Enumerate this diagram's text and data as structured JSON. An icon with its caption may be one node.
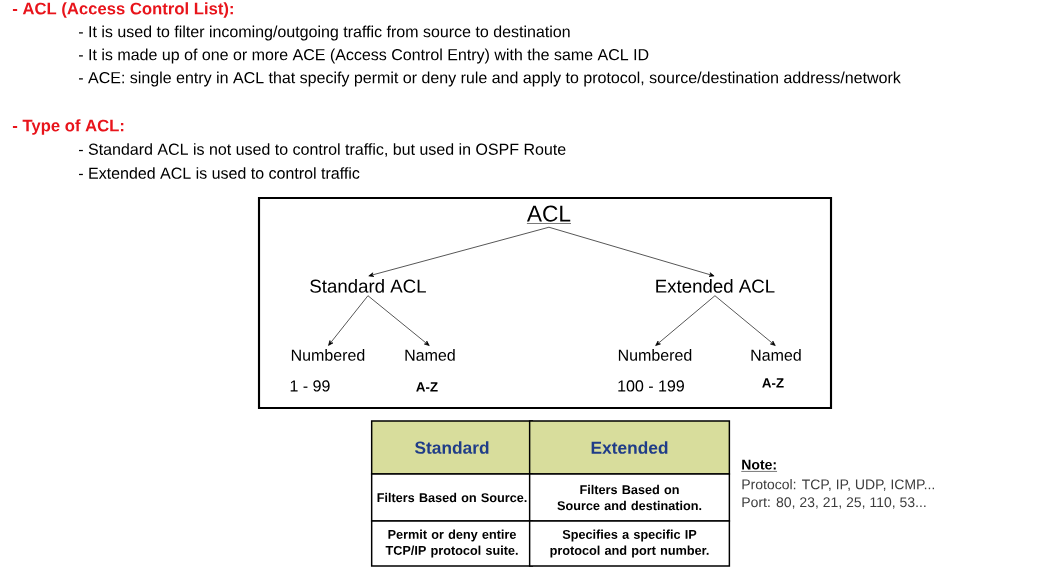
{
  "diagram": {
    "nodes": [
      {
        "text": [],
        "shape": "box"
      },
      {
        "text": [
          "ACL"
        ],
        "in": 0
      },
      {
        "text": [
          "Standard ACL"
        ],
        "in": 0
      },
      {
        "text": [
          "Extended ACL"
        ],
        "in": 0
      },
      {
        "text": [
          "Numbered"
        ],
        "in": 0,
        "beside": [
          "1 - 99"
        ]
      },
      {
        "text": [
          "Named"
        ],
        "in": 0,
        "beside": [
          "A-Z"
        ]
      },
      {
        "text": [
          "Numbered"
        ],
        "in": 0,
        "beside": [
          "100 - 199"
        ]
      },
      {
        "text": [
          "Named"
        ],
        "in": 0,
        "beside": [
          "A-Z"
        ]
      }
    ],
    "edges": [
      {
        "from": 1,
        "to": 2,
        "arrow": "to"
      },
      {
        "from": 1,
        "to": 3,
        "arrow": "to"
      },
      {
        "from": 2,
        "to": 4,
        "arrow": "to"
      },
      {
        "from": 2,
        "to": 5,
        "arrow": "to"
      },
      {
        "from": 3,
        "to": 6,
        "arrow": "to"
      },
      {
        "from": 3,
        "to": 7,
        "arrow": "to"
      }
    ],
    "labels": [
      "- ACL (Access Control List):",
      "- It is used to filter incoming/outgoing traffic from source to destination",
      "- It is made up of one or more ACE (Access Control Entry) with the same ACL ID",
      "- ACE: single entry in ACL that specify permit or deny rule and apply to protocol, source/destination address/network",
      "- Type of ACL:",
      "- Standard ACL is not used to control traffic, but used in OSPF Route",
      "- Extended ACL is used to control traffic",
      "Standard",
      "Extended",
      "Filters Based on Source.",
      "Filters Based on Source and destination.",
      "Permit or deny entire TCP/IP protocol suite.",
      "Specifies a specific IP protocol and port number.",
      "Note:",
      "Protocol: TCP, IP, UDP, ICMP...",
      "Port: 80, 23, 21, 25, 110, 53..."
    ]
  }
}
